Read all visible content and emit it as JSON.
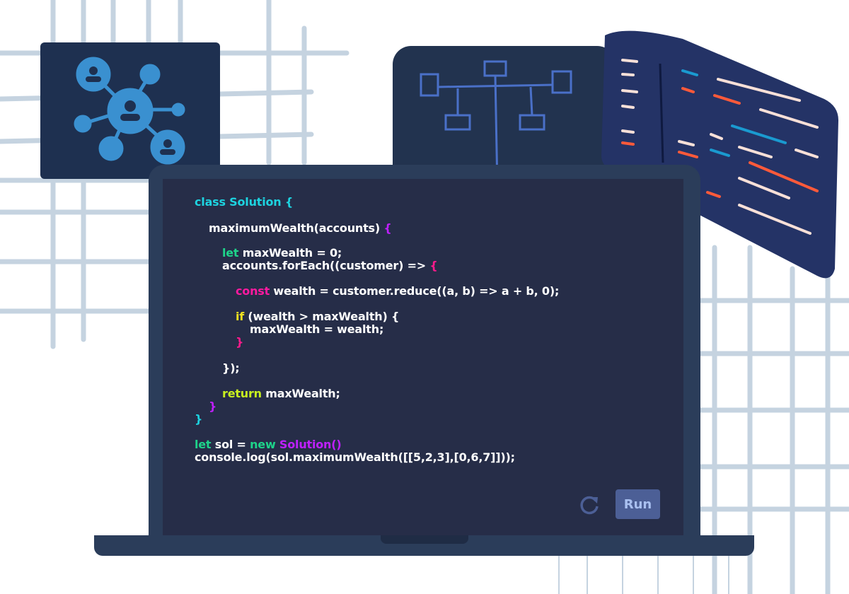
{
  "colors": {
    "keyword_class": "#1dd3e0",
    "keyword_let": "#1ed48a",
    "keyword_const": "#ff1aa0",
    "keyword_if": "#f0e020",
    "keyword_return": "#c8f020",
    "brace_method": "#c020ff",
    "brace_pink": "#ff1a8c",
    "text": "#ffffff",
    "accent": "#4c5f96"
  },
  "editor": {
    "lines": [
      [
        {
          "t": "class Solution {",
          "c": "#1dd3e0"
        }
      ],
      [
        {
          "t": "maximumWealth(accounts) ",
          "c": "#ffffff"
        },
        {
          "t": "{",
          "c": "#c020ff"
        }
      ],
      [
        {
          "t": "let",
          "c": "#1ed48a"
        },
        {
          "t": " maxWealth = 0;",
          "c": "#ffffff"
        }
      ],
      [
        {
          "t": "accounts.forEach((customer) => ",
          "c": "#ffffff"
        },
        {
          "t": "{",
          "c": "#ff1a8c"
        }
      ],
      [
        {
          "t": "const",
          "c": "#ff1aa0"
        },
        {
          "t": " wealth = customer.reduce((a, b) => a + b, 0);",
          "c": "#ffffff"
        }
      ],
      [
        {
          "t": "if",
          "c": "#f0e020"
        },
        {
          "t": " (wealth > maxWealth) {",
          "c": "#ffffff"
        }
      ],
      [
        {
          "t": "maxWealth = wealth;",
          "c": "#ffffff"
        }
      ],
      [
        {
          "t": "}",
          "c": "#ff1a8c"
        }
      ],
      [
        {
          "t": "});",
          "c": "#ffffff"
        }
      ],
      [
        {
          "t": "return",
          "c": "#c8f020"
        },
        {
          "t": " maxWealth;",
          "c": "#ffffff"
        }
      ],
      [
        {
          "t": "}",
          "c": "#c020ff"
        }
      ],
      [
        {
          "t": "}",
          "c": "#1dd3e0"
        }
      ],
      [
        {
          "t": "let",
          "c": "#1ed48a"
        },
        {
          "t": " sol = ",
          "c": "#ffffff"
        },
        {
          "t": "new",
          "c": "#1ed48a"
        },
        {
          "t": " Solution()",
          "c": "#c020ff"
        }
      ],
      [
        {
          "t": "console.log(sol.maximumWealth([[5,2,3],[0,6,7]]));",
          "c": "#ffffff"
        }
      ]
    ],
    "run_label": "Run",
    "reset_icon": "reload-icon"
  }
}
